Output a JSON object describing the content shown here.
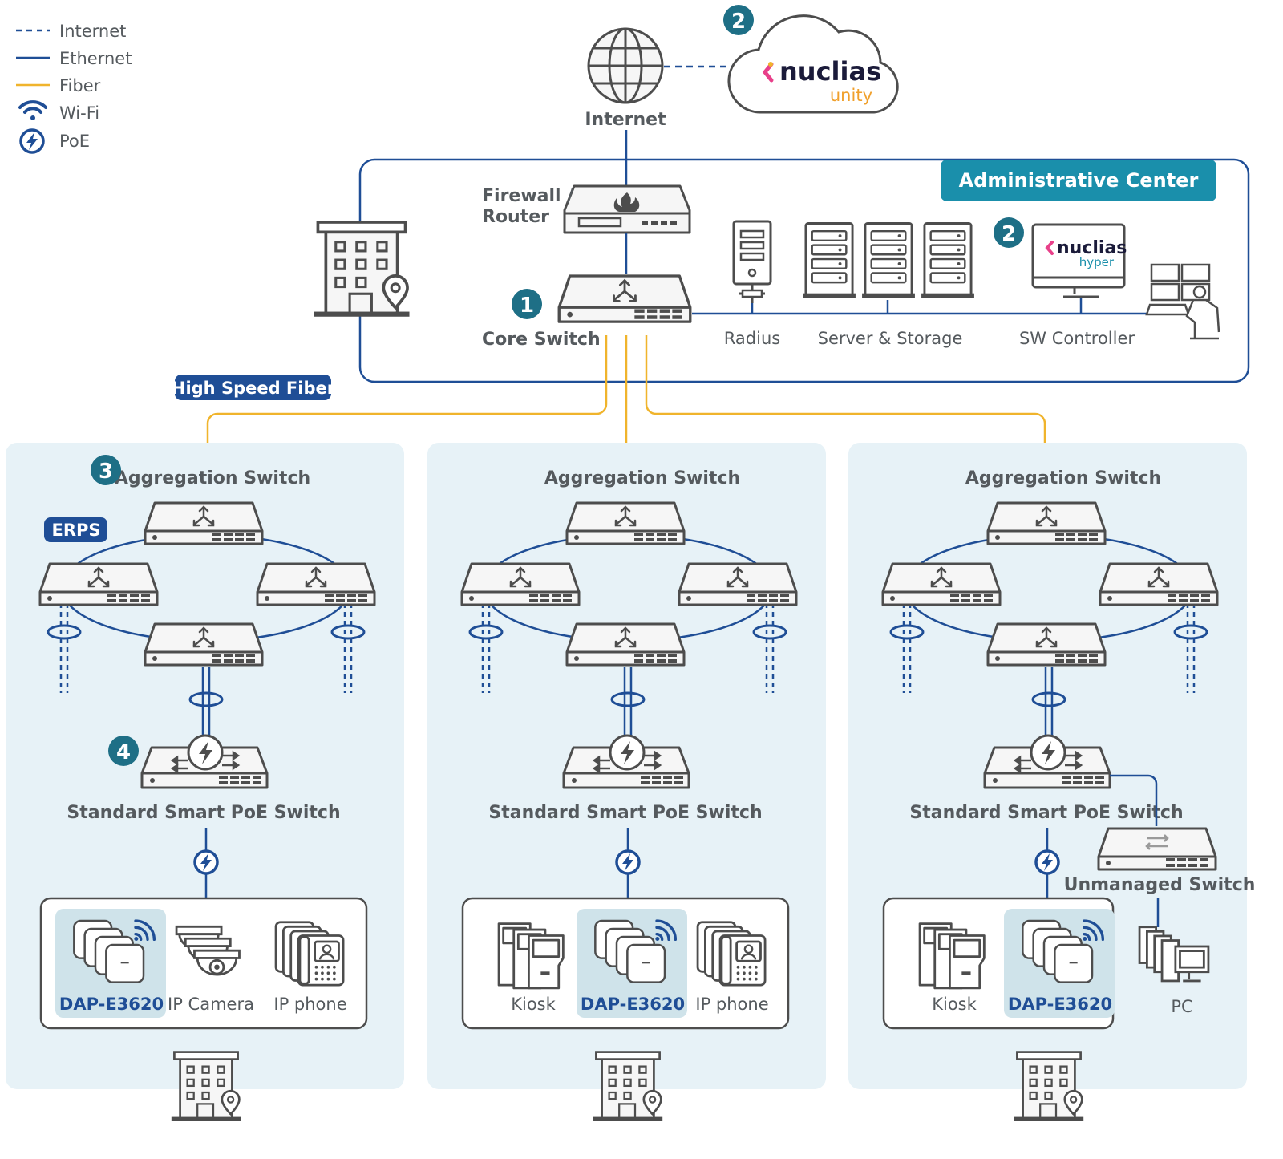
{
  "legend": {
    "internet": "Internet",
    "ethernet": "Ethernet",
    "fiber": "Fiber",
    "wifi": "Wi-Fi",
    "poe": "PoE"
  },
  "top": {
    "internet_label": "Internet",
    "cloud_brand": "nuclias",
    "cloud_sub": "unity",
    "badge": "2"
  },
  "admin": {
    "title": "Administrative Center",
    "firewall_line1": "Firewall /",
    "firewall_line2": "Router",
    "core_switch": "Core Switch",
    "core_badge": "1",
    "radius": "Radius",
    "server_storage": "Server & Storage",
    "sw_controller": "SW Controller",
    "hyper_brand": "nuclias",
    "hyper_sub": "hyper",
    "hyper_badge": "2"
  },
  "fiber_pill": "High Speed Fiber",
  "erps_pill": "ERPS",
  "badges": {
    "aggregation": "3",
    "poe_switch": "4"
  },
  "sites": [
    {
      "aggregation": "Aggregation Switch",
      "poe_switch": "Standard Smart PoE Switch",
      "devices": [
        "DAP-E3620",
        "IP Camera",
        "IP phone"
      ]
    },
    {
      "aggregation": "Aggregation Switch",
      "poe_switch": "Standard Smart PoE Switch",
      "devices": [
        "Kiosk",
        "DAP-E3620",
        "IP phone"
      ]
    },
    {
      "aggregation": "Aggregation Switch",
      "poe_switch": "Standard Smart PoE Switch",
      "devices": [
        "Kiosk",
        "DAP-E3620"
      ],
      "unmanaged": "Unmanaged Switch",
      "pc": "PC"
    }
  ],
  "colors": {
    "blue": "#1f4e96",
    "fiber": "#f0b42c",
    "teal": "#1a8fab",
    "badge": "#1e6f86",
    "panel": "#e7f2f7",
    "ap_bg": "#cfe3ea",
    "gray": "#555a5e"
  }
}
